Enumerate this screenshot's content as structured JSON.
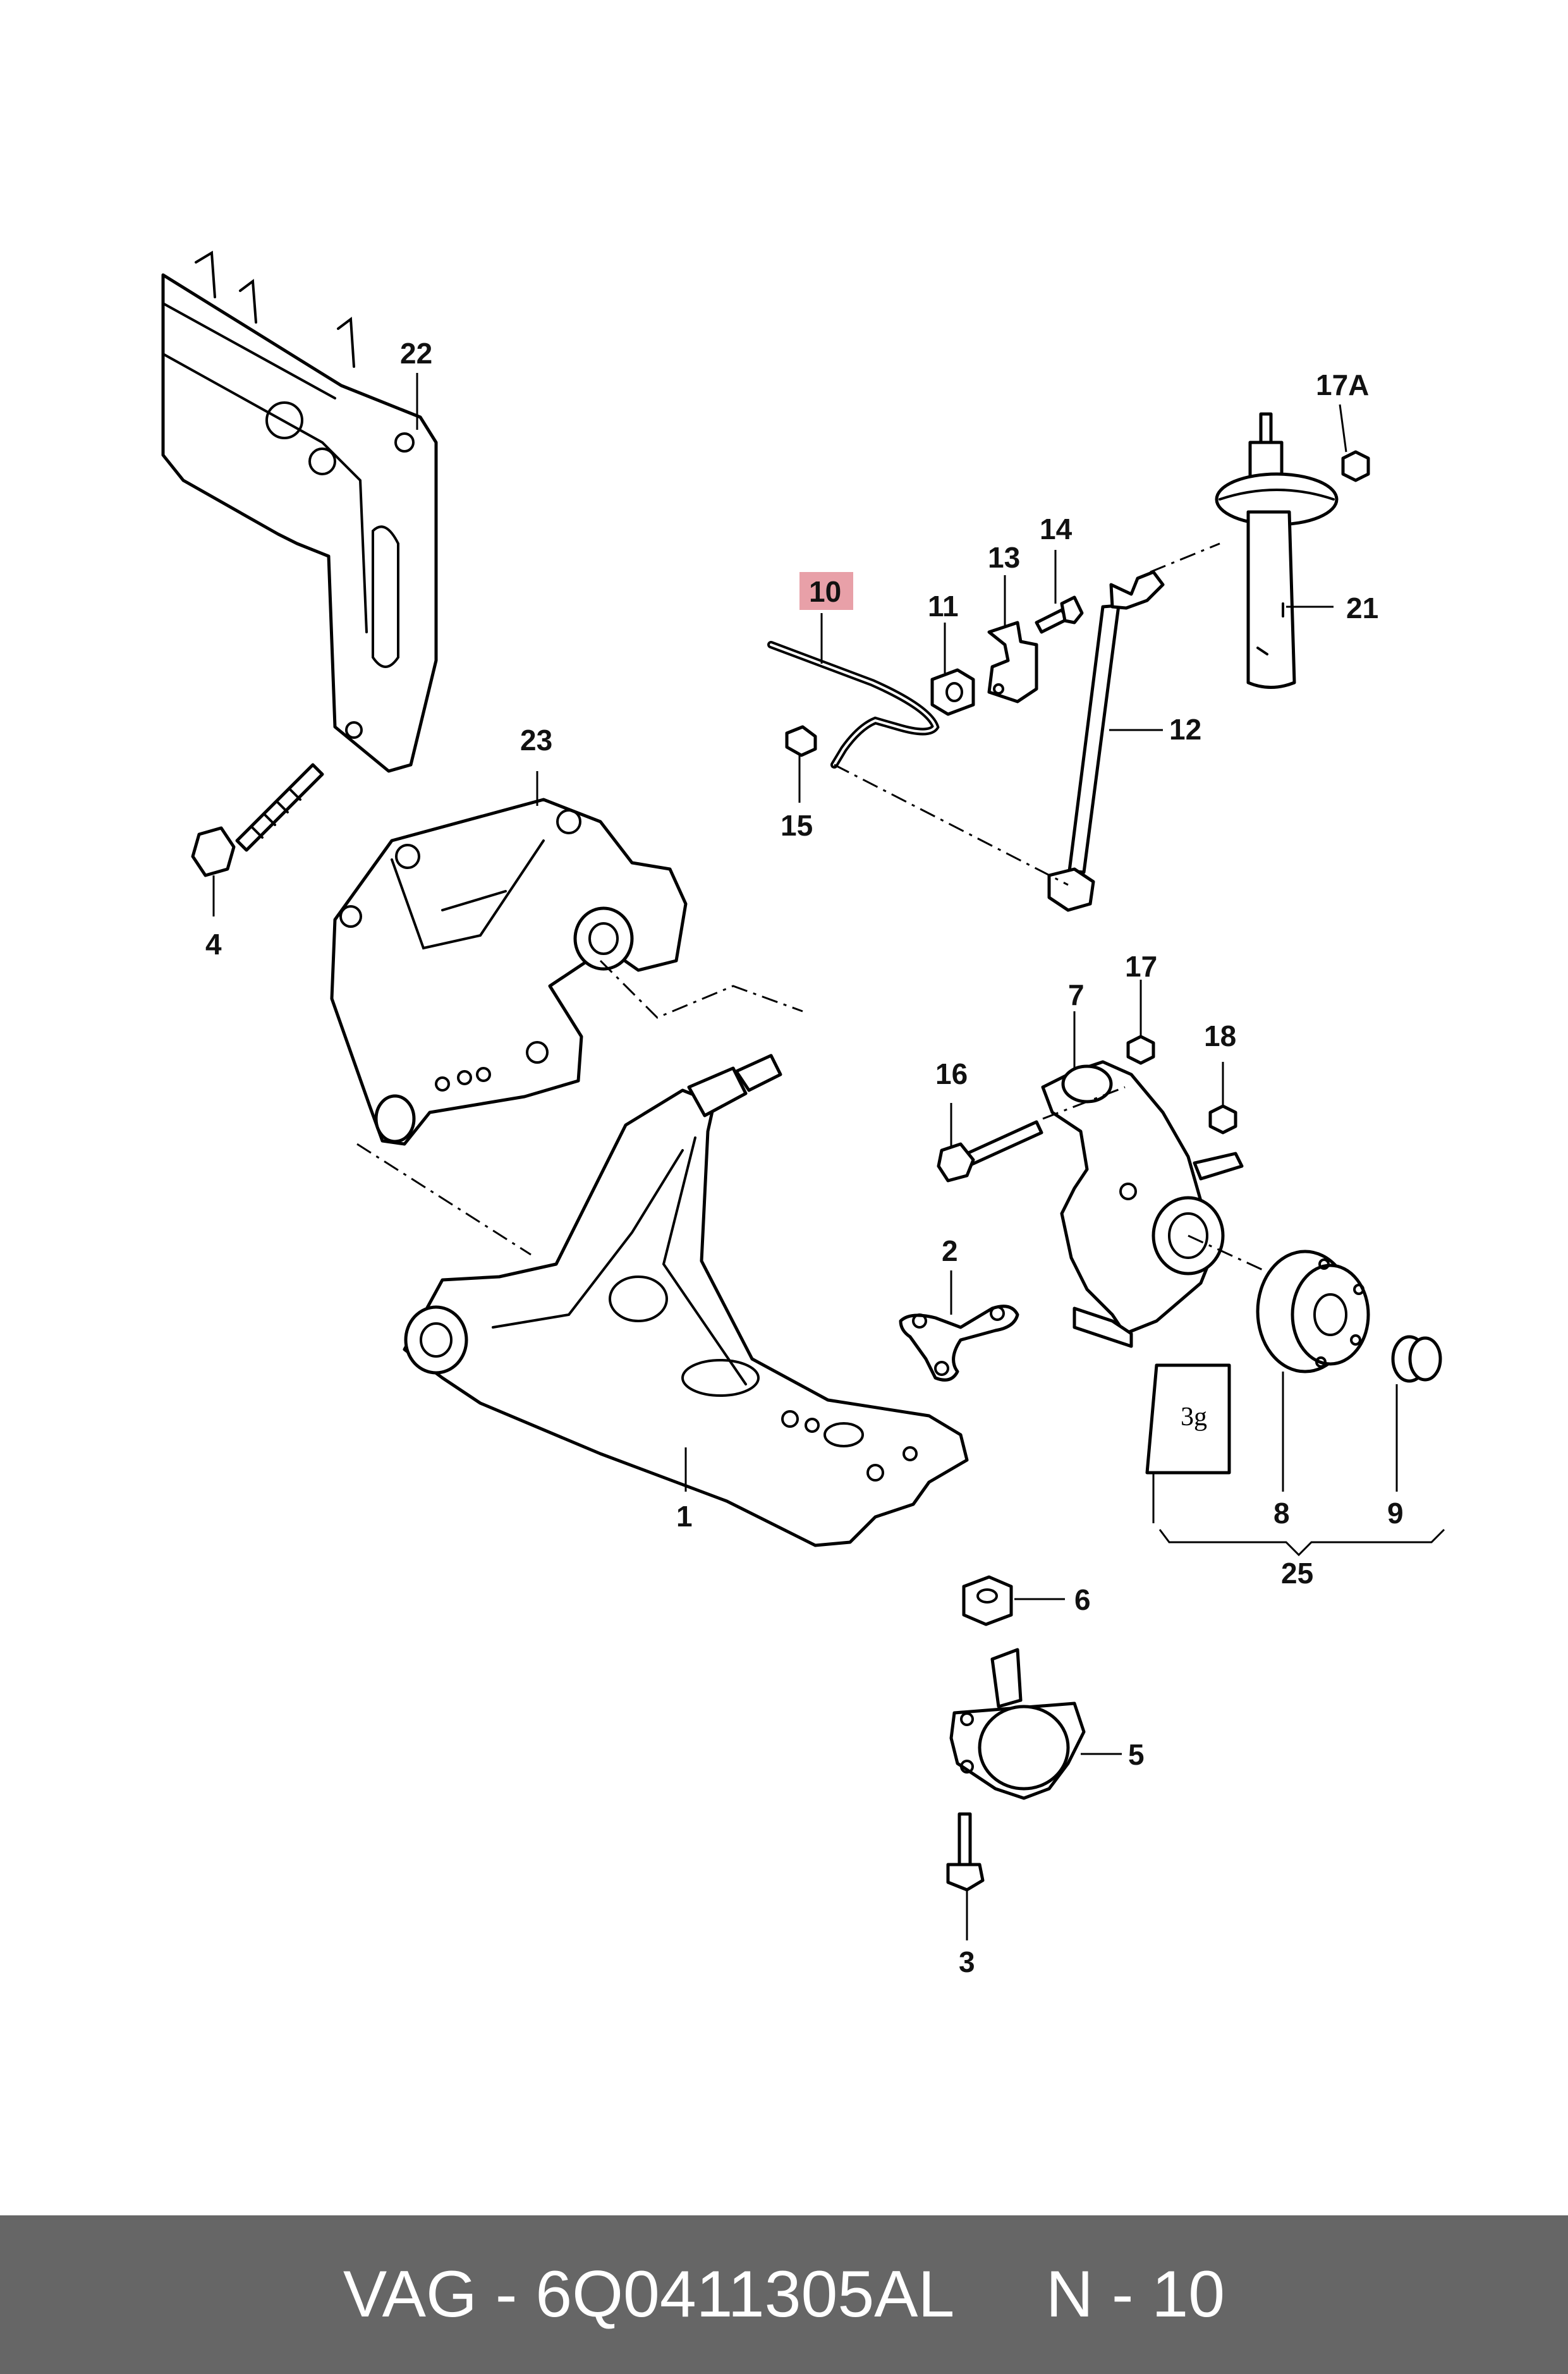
{
  "callouts": {
    "c1": "1",
    "c2": "2",
    "c3": "3",
    "c4": "4",
    "c5": "5",
    "c6": "6",
    "c7": "7",
    "c8": "8",
    "c9": "9",
    "c10": "10",
    "c11": "11",
    "c12": "12",
    "c13": "13",
    "c14": "14",
    "c15": "15",
    "c16": "16",
    "c17": "17",
    "c17a": "17A",
    "c18": "18",
    "c21": "21",
    "c22": "22",
    "c23": "23",
    "c25": "25"
  },
  "grease_pack_label": "3g",
  "highlight": {
    "callout": "10",
    "color": "#e8a0a8"
  },
  "footer": {
    "brand": "VAG",
    "separator": " - ",
    "part_number": "6Q0411305AL",
    "gap": "     ",
    "position_label": "N - 10",
    "background": "#666666",
    "text_color": "#ffffff"
  }
}
